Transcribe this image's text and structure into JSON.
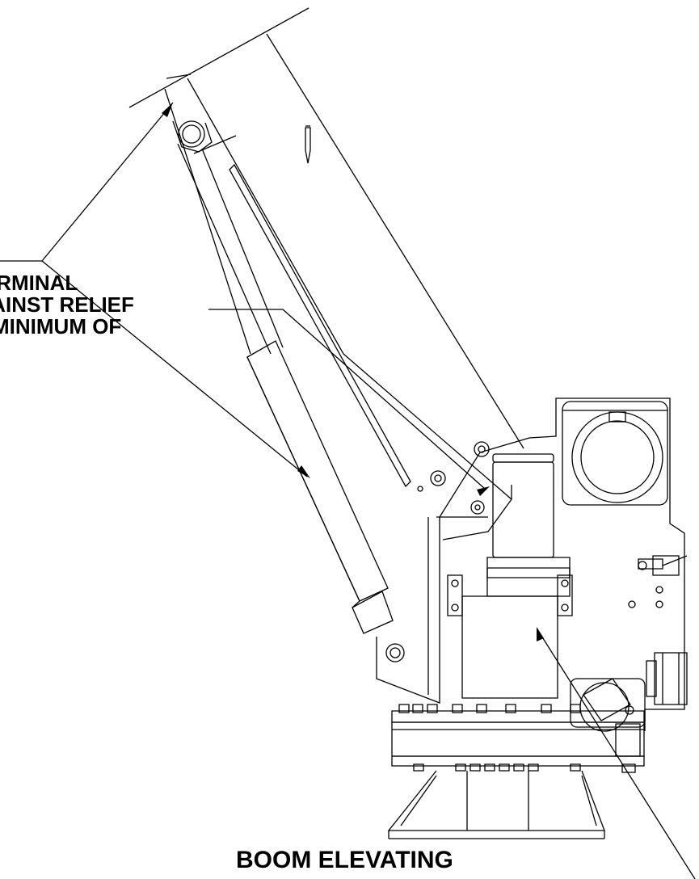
{
  "callouts": {
    "left_line1": "TERMINAL",
    "left_line2": "GAINST RELIEF",
    "left_line3": "MINIMUM OF",
    "bottom": "BOOM ELEVATING"
  },
  "colors": {
    "line": "#000000",
    "background": "#ffffff"
  }
}
